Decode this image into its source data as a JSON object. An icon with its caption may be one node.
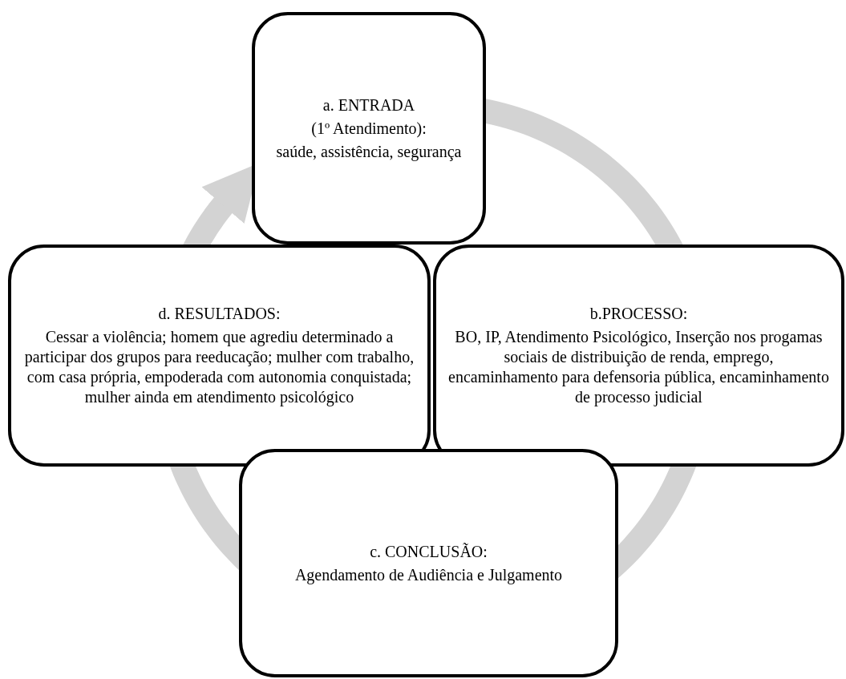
{
  "diagram": {
    "nodes": [
      {
        "text": [
          "a. ENTRADA",
          "(1º Atendimento):",
          "saúde, assistência, segurança"
        ]
      },
      {
        "text": [
          "b.PROCESSO:",
          "BO, IP, Atendimento Psicológico, Inserção nos progamas sociais de distribuição de renda, emprego, encaminhamento para defensoria pública, encaminhamento de processo judicial"
        ]
      },
      {
        "text": [
          "c. CONCLUSÃO:",
          "Agendamento de Audiência e Julgamento"
        ]
      },
      {
        "text": [
          "d. RESULTADOS:",
          "Cessar a violência; homem que agrediu determinado a participar dos grupos para reeducação; mulher com trabalho, com casa própria, empoderada com autonomia conquistada; mulher ainda em atendimento psicológico"
        ]
      }
    ],
    "edges": [
      {
        "from": 0,
        "to": 1,
        "arrow": "none"
      },
      {
        "from": 1,
        "to": 2,
        "arrow": "none"
      },
      {
        "from": 2,
        "to": 3,
        "arrow": "none"
      },
      {
        "from": 3,
        "to": 0,
        "arrow": "to"
      }
    ]
  }
}
